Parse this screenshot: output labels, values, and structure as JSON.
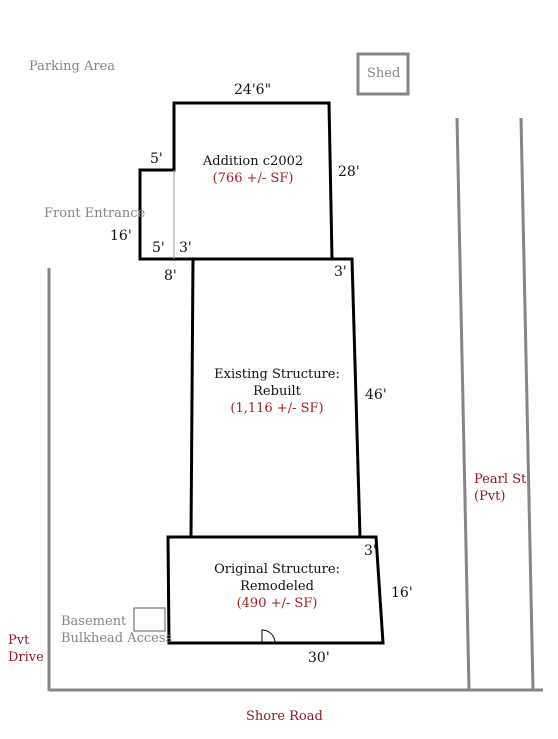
{
  "labels": {
    "parking_area": "Parking Area",
    "shed": "Shed",
    "front_entrance": "Front Entrance",
    "basement_line1": "Basement",
    "basement_line2": "Bulkhead Access",
    "pvt_drive_line1": "Pvt",
    "pvt_drive_line2": "Drive",
    "pearl_st_line1": "Pearl St",
    "pearl_st_line2": "(Pvt)",
    "shore_road": "Shore Road"
  },
  "addition": {
    "title": "Addition c2002",
    "area": "(766 +/- SF)"
  },
  "existing": {
    "title_line1": "Existing Structure:",
    "title_line2": "Rebuilt",
    "area": "(1,116 +/- SF)"
  },
  "original": {
    "title_line1": "Original Structure:",
    "title_line2": "Remodeled",
    "area": "(490 +/- SF)"
  },
  "dimensions": {
    "addition_top": "24'6\"",
    "addition_right": "28'",
    "entrance_top": "5'",
    "entrance_left": "16'",
    "entrance_bottom": "5'",
    "entrance_step": "3'",
    "existing_top_left": "8'",
    "existing_top_right": "3'",
    "existing_right": "46'",
    "original_top_right": "3'",
    "original_right": "16'",
    "original_bottom": "30'"
  },
  "colors": {
    "outline": "#000000",
    "label_gray": "#858585",
    "area_red": "#a32024",
    "street_red": "#8a1c22"
  }
}
